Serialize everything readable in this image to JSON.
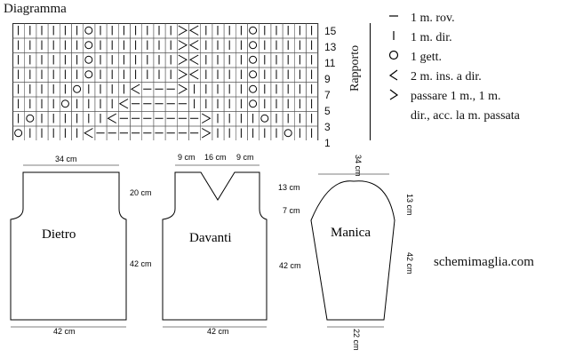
{
  "title": "Diagramma",
  "legend": [
    {
      "icon": "dash-icon",
      "text": "1 m. rov."
    },
    {
      "icon": "bar-icon",
      "text": "1 m. dir."
    },
    {
      "icon": "circle-icon",
      "text": "1 gett."
    },
    {
      "icon": "left-decrease-icon",
      "text": "2 m. ins. a dir."
    },
    {
      "icon": "right-decrease-icon",
      "text": "passare 1 m., 1 m."
    },
    {
      "icon": "",
      "text": "dir., acc. la m. passata"
    }
  ],
  "row_numbers": [
    "15",
    "13",
    "11",
    "9",
    "7",
    "5",
    "3",
    "1"
  ],
  "rapporto": "Rapporto",
  "credit": "schemimaglia.com",
  "pieces": {
    "dietro": {
      "name": "Dietro",
      "top": "34 cm",
      "armhole": "20 cm",
      "side": "42 cm",
      "bottom": "42 cm"
    },
    "davanti": {
      "name": "Davanti",
      "top_left": "9 cm",
      "top_mid": "16 cm",
      "top_right": "9 cm",
      "neck": "13 cm",
      "armhole": "7 cm",
      "side": "42 cm",
      "bottom": "42 cm"
    },
    "manica": {
      "name": "Manica",
      "top": "34 cm",
      "cap": "13 cm",
      "side": "42 cm",
      "bottom": "22 cm"
    }
  }
}
